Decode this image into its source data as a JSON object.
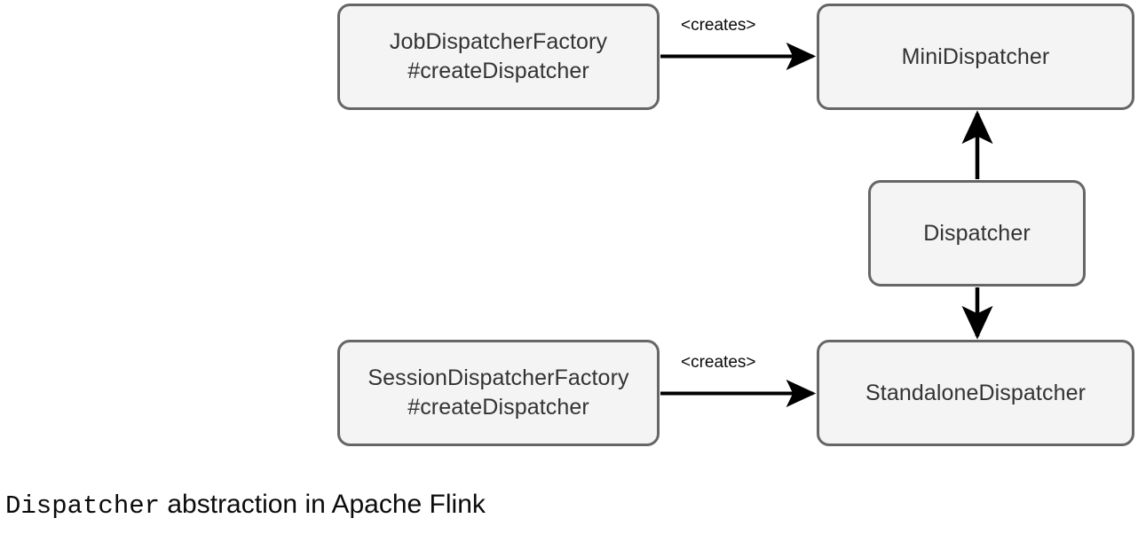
{
  "diagram": {
    "title": "Dispatcher abstraction in Apache Flink",
    "caption": {
      "mono_part": "Dispatcher",
      "sans_part": " abstraction in Apache Flink"
    },
    "colors": {
      "node_fill": "#f4f4f4",
      "node_border": "#666666",
      "node_text": "#333333",
      "edge_stroke": "#000000",
      "edge_label_text": "#0a0a0a",
      "caption_text": "#0b0b0b",
      "background": "#ffffff"
    },
    "nodes": [
      {
        "id": "job-dispatcher-factory",
        "label": "JobDispatcherFactory\n#createDispatcher",
        "line1": "JobDispatcherFactory",
        "line2": "#createDispatcher"
      },
      {
        "id": "mini-dispatcher",
        "label": "MiniDispatcher"
      },
      {
        "id": "dispatcher",
        "label": "Dispatcher"
      },
      {
        "id": "session-dispatcher-factory",
        "label": "SessionDispatcherFactory\n#createDispatcher",
        "line1": "SessionDispatcherFactory",
        "line2": "#createDispatcher"
      },
      {
        "id": "standalone-dispatcher",
        "label": "StandaloneDispatcher"
      }
    ],
    "edges": [
      {
        "id": "job-factory-creates-mini",
        "from": "job-dispatcher-factory",
        "to": "mini-dispatcher",
        "label": "<creates>",
        "direction": "right"
      },
      {
        "id": "dispatcher-to-mini",
        "from": "dispatcher",
        "to": "mini-dispatcher",
        "label": "",
        "direction": "up"
      },
      {
        "id": "dispatcher-to-standalone",
        "from": "dispatcher",
        "to": "standalone-dispatcher",
        "label": "",
        "direction": "down"
      },
      {
        "id": "session-factory-creates-standalone",
        "from": "session-dispatcher-factory",
        "to": "standalone-dispatcher",
        "label": "<creates>",
        "direction": "right"
      }
    ]
  }
}
